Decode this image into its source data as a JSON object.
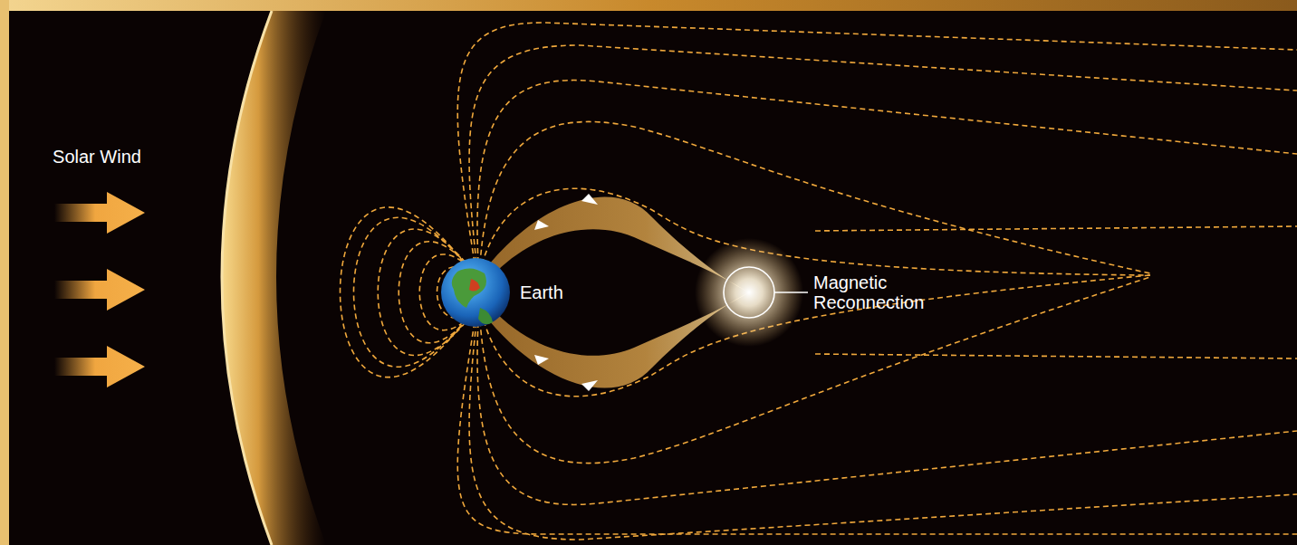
{
  "diagram": {
    "labels": [
      "Solar Wind",
      "Earth",
      "Magnetic Reconnection"
    ]
  }
}
